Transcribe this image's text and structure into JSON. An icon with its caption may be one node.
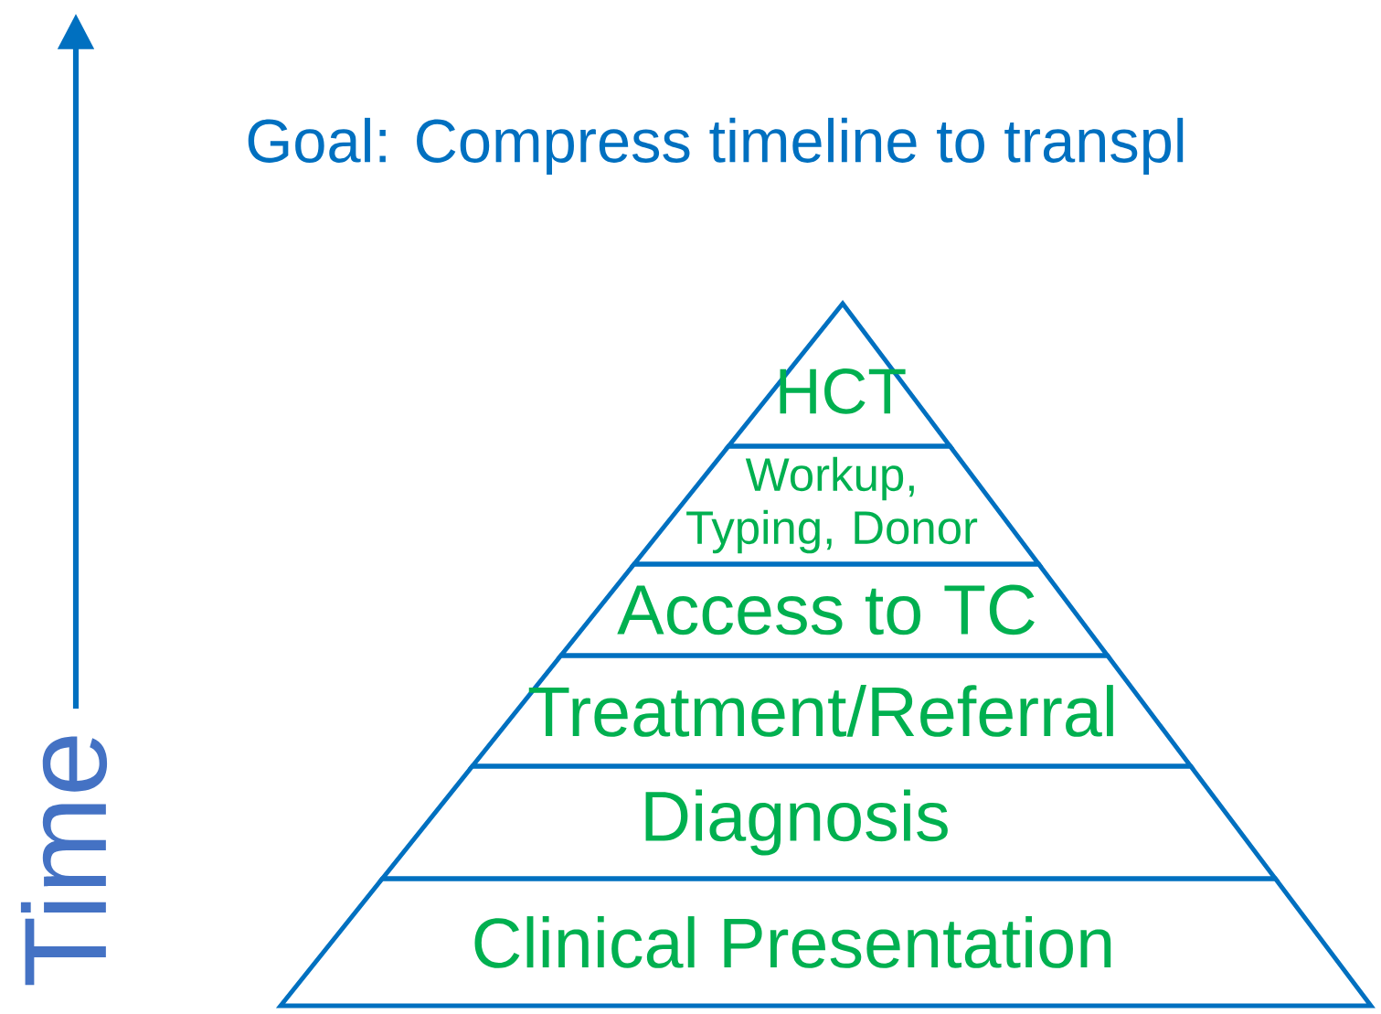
{
  "diagram": {
    "title": "Goal:  Compress timeline to transpl",
    "nodes": [
      {
        "text": [
          "HCT"
        ]
      },
      {
        "text": [
          "Workup, Typing, Donor"
        ]
      },
      {
        "text": [
          "Access to TC"
        ]
      },
      {
        "text": [
          "Treatment/Referral"
        ]
      },
      {
        "text": [
          "Diagnosis"
        ]
      },
      {
        "text": [
          "Clinical Presentation"
        ]
      }
    ],
    "labels": [
      "Time"
    ]
  }
}
